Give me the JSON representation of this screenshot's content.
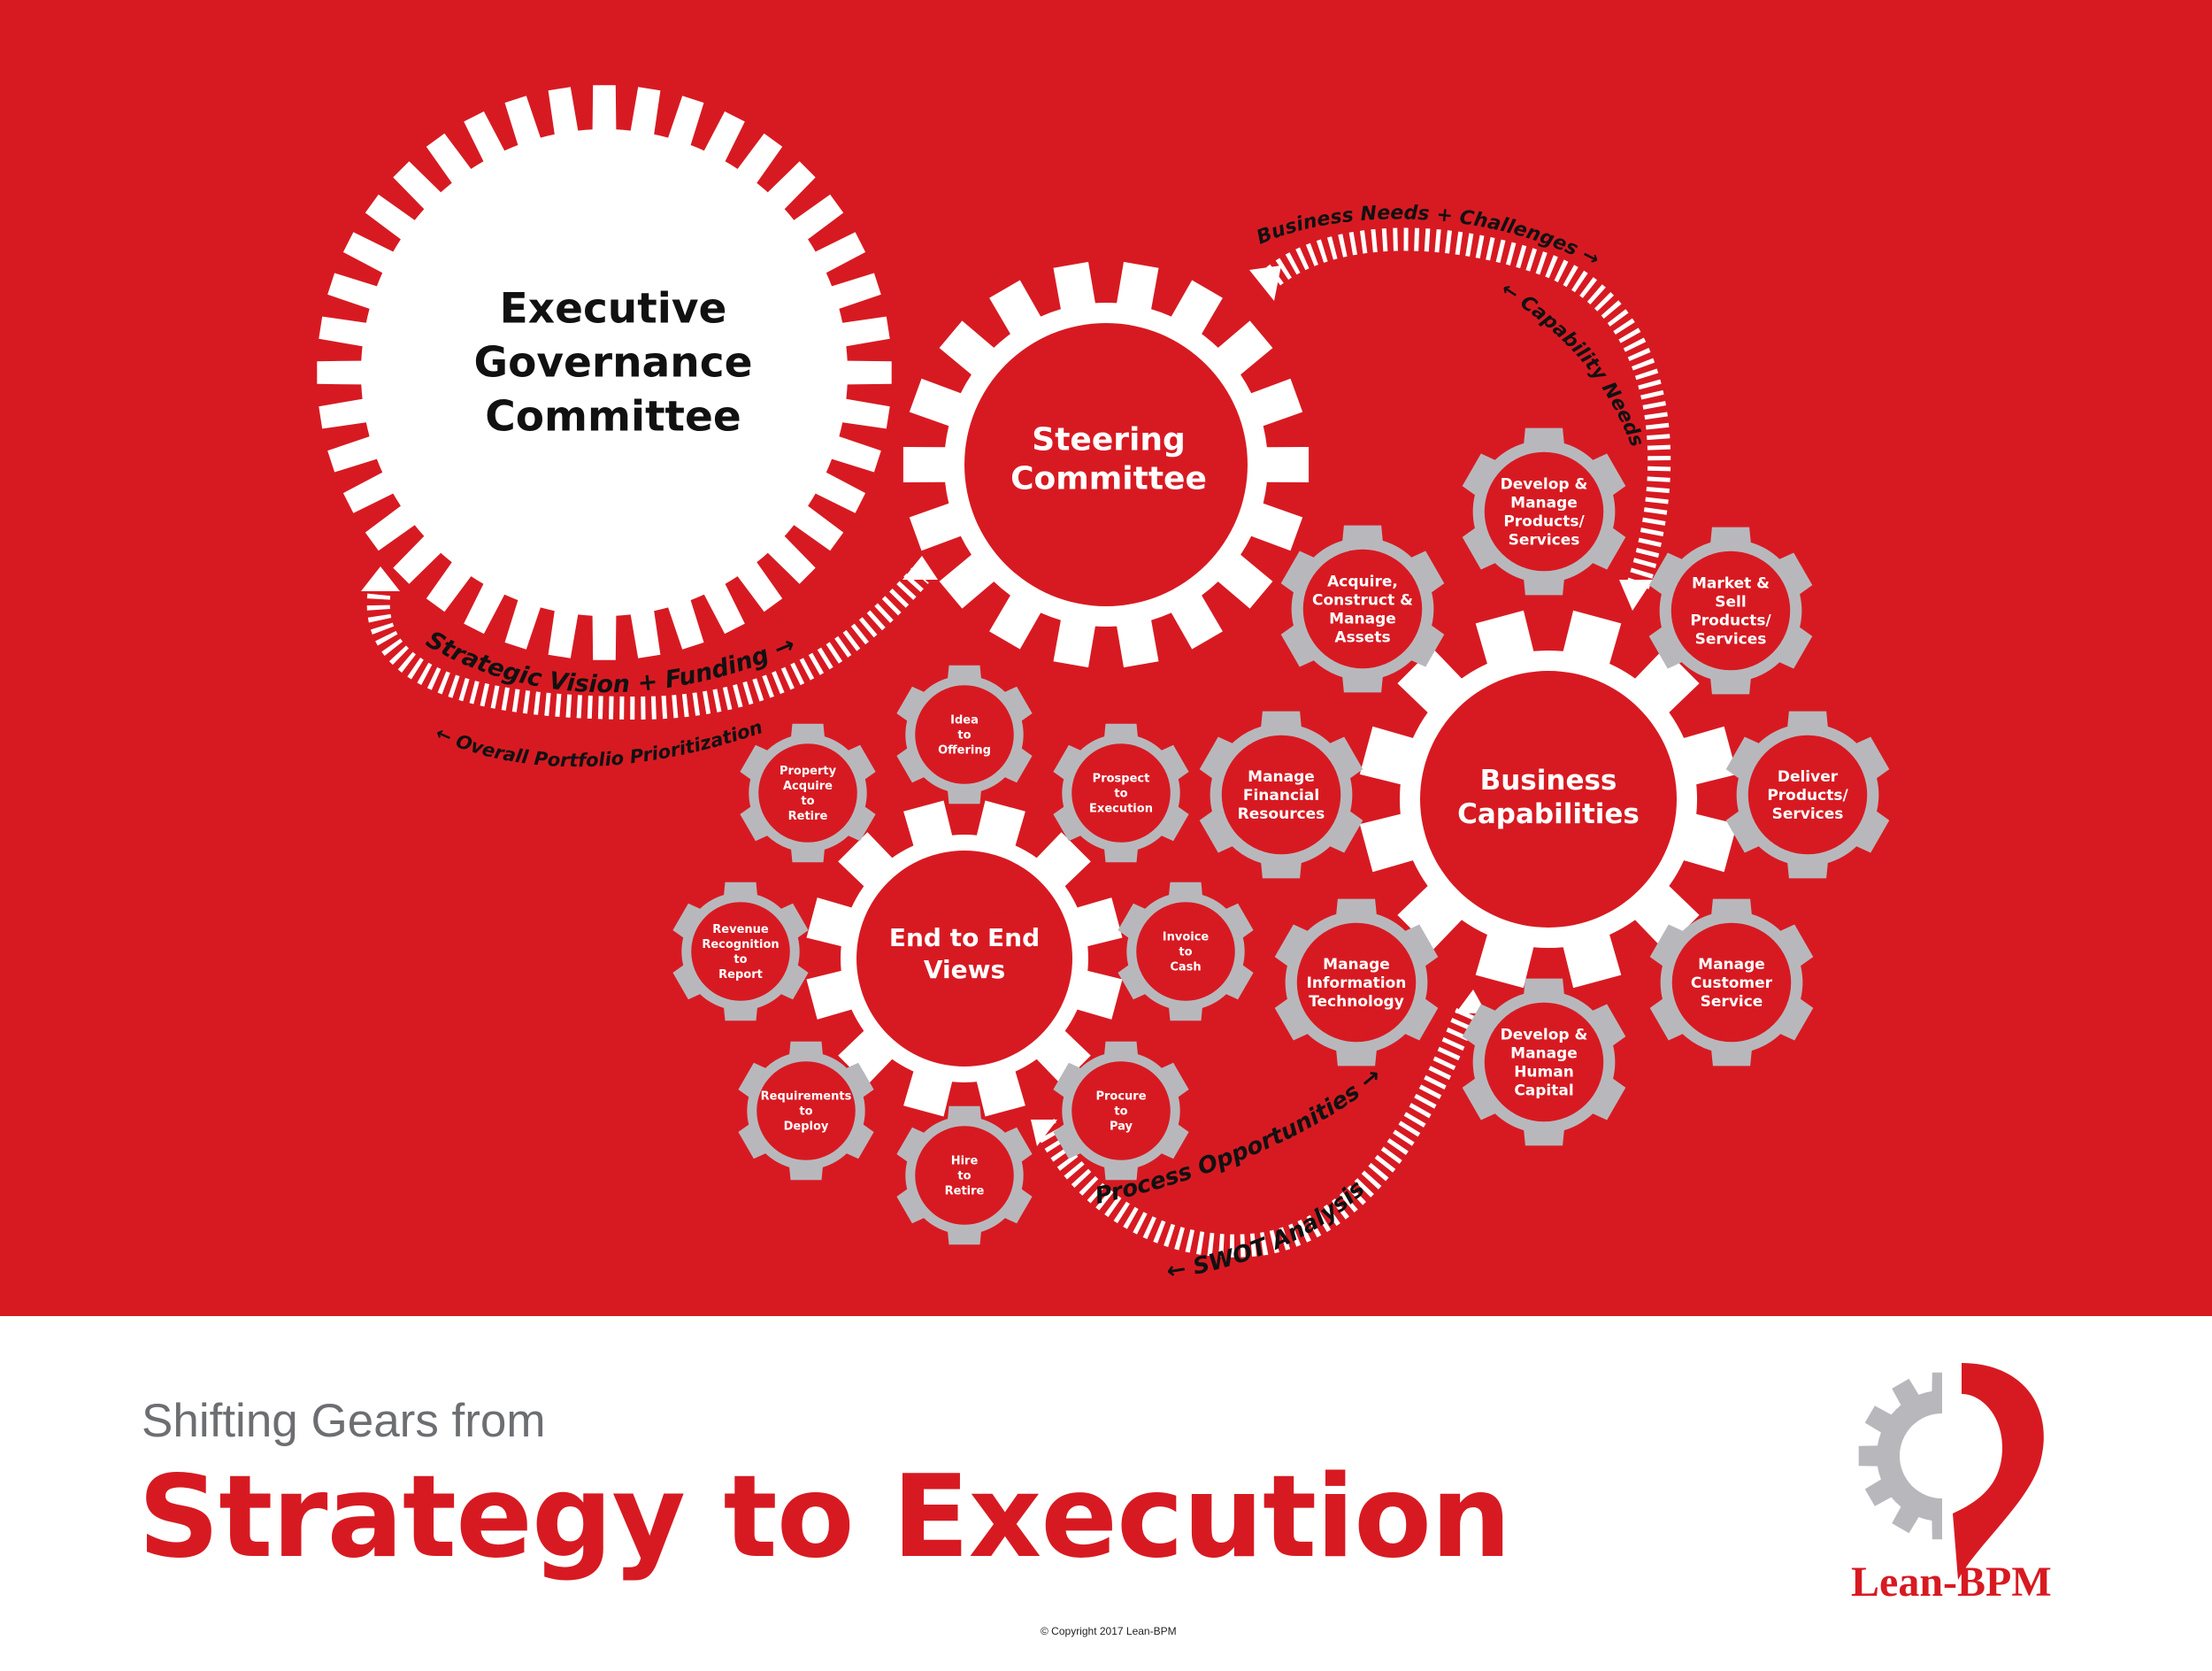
{
  "colors": {
    "background_red": "#d71a22",
    "white": "#ffffff",
    "gray_gear": "#b8b8bc",
    "footer_gray": "#6d6e71",
    "text_dark": "#111111"
  },
  "main_gears": {
    "executive": [
      "Executive",
      "Governance",
      "Committee"
    ],
    "steering": [
      "Steering",
      "Committee"
    ],
    "business": [
      "Business",
      "Capabilities"
    ],
    "end_to_end": [
      "End to End",
      "Views"
    ]
  },
  "business_capabilities": [
    {
      "id": "develop-products",
      "lines": [
        "Develop &",
        "Manage",
        "Products/",
        "Services"
      ]
    },
    {
      "id": "acquire-assets",
      "lines": [
        "Acquire,",
        "Construct &",
        "Manage",
        "Assets"
      ]
    },
    {
      "id": "market-sell",
      "lines": [
        "Market &",
        "Sell",
        "Products/",
        "Services"
      ]
    },
    {
      "id": "manage-financial",
      "lines": [
        "Manage",
        "Financial",
        "Resources"
      ]
    },
    {
      "id": "deliver-products",
      "lines": [
        "Deliver",
        "Products/",
        "Services"
      ]
    },
    {
      "id": "manage-it",
      "lines": [
        "Manage",
        "Information",
        "Technology"
      ]
    },
    {
      "id": "manage-customer",
      "lines": [
        "Manage",
        "Customer",
        "Service"
      ]
    },
    {
      "id": "develop-human",
      "lines": [
        "Develop &",
        "Manage",
        "Human",
        "Capital"
      ]
    }
  ],
  "end_to_end_views": [
    {
      "id": "idea-offering",
      "lines": [
        "Idea",
        "to",
        "Offering"
      ]
    },
    {
      "id": "property-acquire",
      "lines": [
        "Property",
        "Acquire",
        "to",
        "Retire"
      ]
    },
    {
      "id": "prospect-execution",
      "lines": [
        "Prospect",
        "to",
        "Execution"
      ]
    },
    {
      "id": "revenue-recognition",
      "lines": [
        "Revenue",
        "Recognition",
        "to",
        "Report"
      ]
    },
    {
      "id": "invoice-cash",
      "lines": [
        "Invoice",
        "to",
        "Cash"
      ]
    },
    {
      "id": "requirements-deploy",
      "lines": [
        "Requirements",
        "to",
        "Deploy"
      ]
    },
    {
      "id": "procure-pay",
      "lines": [
        "Procure",
        "to",
        "Pay"
      ]
    },
    {
      "id": "hire-retire",
      "lines": [
        "Hire",
        "to",
        "Retire"
      ]
    }
  ],
  "flows": {
    "strategic_vision": "Strategic Vision + Funding →",
    "portfolio_prioritization": "← Overall Portfolio Prioritization",
    "business_needs": "Business Needs + Challenges →",
    "capability_needs": "← Capability Needs",
    "process_opportunities": "Process Opportunities →",
    "swot_analysis": "← SWOT Analysis"
  },
  "footer": {
    "subtitle": "Shifting Gears from",
    "title": "Strategy to Execution",
    "copyright": "© Copyright 2017 Lean-BPM",
    "logo_text": "Lean-BPM"
  }
}
